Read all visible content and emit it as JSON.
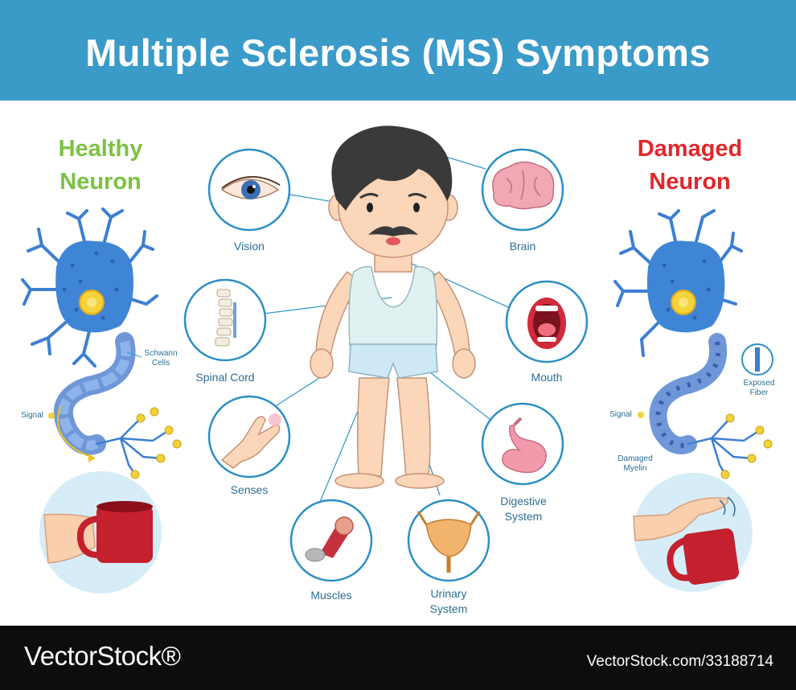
{
  "title": "Multiple Sclerosis (MS) Symptoms",
  "healthy": {
    "line1": "Healthy",
    "line2": "Neuron",
    "schwann_1": "Schwann",
    "schwann_2": "Cells",
    "signal": "Signal"
  },
  "damaged": {
    "line1": "Damaged",
    "line2": "Neuron",
    "exposed_1": "Exposed",
    "exposed_2": "Fiber",
    "signal": "Signal",
    "myelin_1": "Damaged",
    "myelin_2": "Myelin"
  },
  "symptoms": {
    "vision": "Vision",
    "brain": "Brain",
    "spinal_cord": "Spinal Cord",
    "mouth": "Mouth",
    "senses": "Senses",
    "digestive_1": "Digestive",
    "digestive_2": "System",
    "muscles": "Muscles",
    "urinary_1": "Urinary",
    "urinary_2": "System"
  },
  "footer": {
    "brand": "VectorStock®",
    "image_id": "VectorStock.com/33188714"
  },
  "colors": {
    "header": "#3a9bc9",
    "healthy": "#7cc243",
    "damaged": "#e0272c",
    "ring": "#2b8fc4",
    "label": "#2c6e91",
    "footer": "#0d0d0d"
  }
}
